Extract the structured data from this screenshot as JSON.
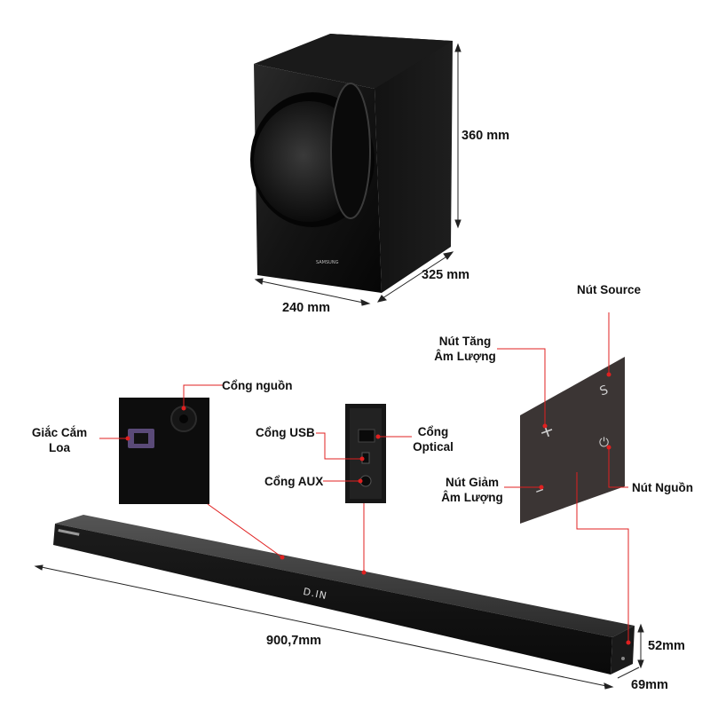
{
  "dimensions": {
    "sub_height": "360 mm",
    "sub_depth": "325 mm",
    "sub_width": "240 mm",
    "bar_length": "900,7mm",
    "bar_height": "52mm",
    "bar_depth": "69mm"
  },
  "labels": {
    "power_port": "Cổng nguồn",
    "speaker_jack_line1": "Giắc Cắm",
    "speaker_jack_line2": "Loa",
    "usb_port": "Cổng USB",
    "aux_port": "Cổng AUX",
    "optical_line1": "Cổng",
    "optical_line2": "Optical",
    "source_button": "Nút Source",
    "vol_up_line1": "Nút Tăng",
    "vol_up_line2": "Âm Lượng",
    "vol_down_line1": "Nút Giảm",
    "vol_down_line2": "Âm Lượng",
    "power_button": "Nút Nguồn"
  },
  "bar_display": "D.IN",
  "brand": "SAMSUNG",
  "colors": {
    "leader": "#e02020",
    "dimension_line": "#222222",
    "product_body": "#111111",
    "side_panel": "#3b3534"
  }
}
